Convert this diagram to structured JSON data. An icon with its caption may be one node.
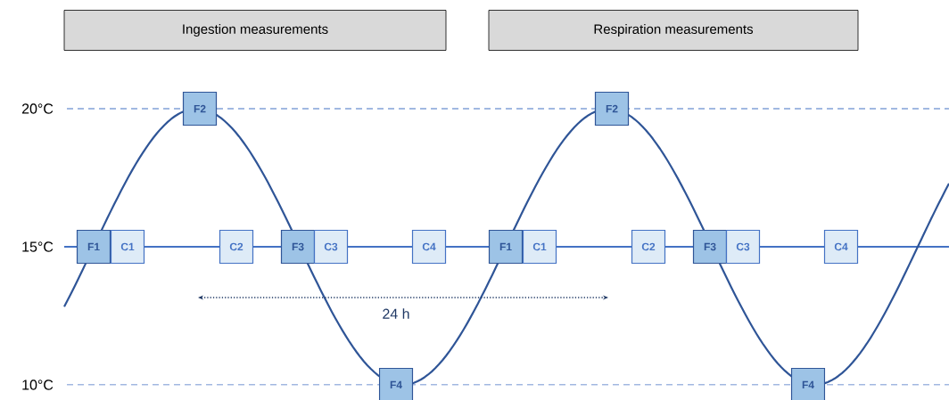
{
  "diagram": {
    "nodes": [
      {
        "text": [
          "Ingestion measurements"
        ]
      },
      {
        "text": [
          "Respiration measurements"
        ]
      },
      {
        "text": [
          "F2"
        ]
      },
      {
        "text": [
          "F2"
        ]
      },
      {
        "text": [
          "F1"
        ]
      },
      {
        "text": [
          "C1"
        ]
      },
      {
        "text": [
          "C2"
        ]
      },
      {
        "text": [
          "F3"
        ]
      },
      {
        "text": [
          "C3"
        ]
      },
      {
        "text": [
          "C4"
        ]
      },
      {
        "text": [
          "F1"
        ]
      },
      {
        "text": [
          "C1"
        ]
      },
      {
        "text": [
          "C2"
        ]
      },
      {
        "text": [
          "F3"
        ]
      },
      {
        "text": [
          "C3"
        ]
      },
      {
        "text": [
          "C4"
        ]
      },
      {
        "text": [
          "F4"
        ]
      },
      {
        "text": [
          "F4"
        ]
      }
    ],
    "labels": [
      "20°C",
      "15°C",
      "10°C",
      "24 h"
    ]
  }
}
